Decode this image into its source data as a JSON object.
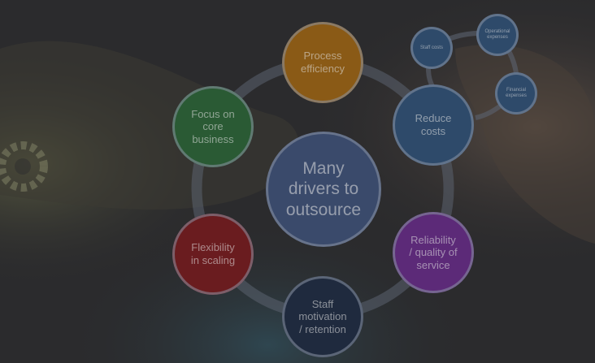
{
  "diagram": {
    "center": {
      "label": "Many\ndrivers to\noutsource",
      "color": "#3a4a6b"
    },
    "drivers": [
      {
        "id": "process",
        "label": "Process\nefficiency",
        "color": "#8a5a16"
      },
      {
        "id": "reduce",
        "label": "Reduce\ncosts",
        "color": "#2e4a6a"
      },
      {
        "id": "reliability",
        "label": "Reliability\n/ quality of\nservice",
        "color": "#5c2a78"
      },
      {
        "id": "staff",
        "label": "Staff\nmotivation\n/ retention",
        "color": "#1f2a3e"
      },
      {
        "id": "flexibility",
        "label": "Flexibility\nin scaling",
        "color": "#6a1c1f"
      },
      {
        "id": "focus",
        "label": "Focus on\ncore\nbusiness",
        "color": "#2a5a34"
      }
    ],
    "cost_subnodes": [
      {
        "id": "staff-costs",
        "label": "Staff costs",
        "color": "#2e4a6a"
      },
      {
        "id": "operational",
        "label": "Operational\nexpenses",
        "color": "#2e4a6a"
      },
      {
        "id": "financial",
        "label": "Financial\nexpenses",
        "color": "#2e4a6a"
      }
    ]
  }
}
